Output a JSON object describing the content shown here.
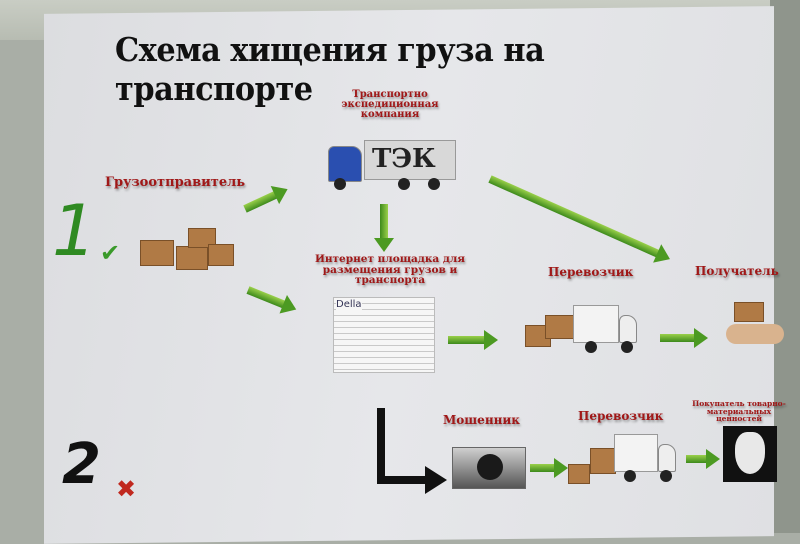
{
  "title": "Схема хищения груза на транспорте",
  "labels": {
    "shipper": "Грузоотправитель",
    "forwarder": "Транспортно экспедиционная компания",
    "platform": "Интернет площадка для размещения грузов и транспорта",
    "carrier": "Перевозчик",
    "recipient": "Получатель",
    "fraudster": "Мошенник",
    "carrier2": "Перевозчик",
    "buyer": "Покупатель товарно-материальных ценностей"
  },
  "truck_sign": "ТЭК",
  "platform_logo": "Della",
  "scenario_numbers": [
    "1",
    "2"
  ],
  "colors": {
    "label": "#a01818",
    "arrow": "#4c9a22",
    "check": "#3a9a2a",
    "cross": "#c0281e"
  }
}
